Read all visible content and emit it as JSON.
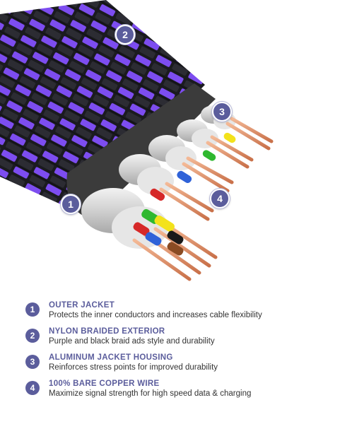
{
  "callouts": [
    {
      "number": "1"
    },
    {
      "number": "2"
    },
    {
      "number": "3"
    },
    {
      "number": "4"
    }
  ],
  "legend": [
    {
      "number": "1",
      "title": "OUTER JACKET",
      "description": "Protects the inner conductors and increases cable flexibility"
    },
    {
      "number": "2",
      "title": "NYLON BRAIDED EXTERIOR",
      "description": "Purple and black braid ads style and durability"
    },
    {
      "number": "3",
      "title": "ALUMINUM JACKET HOUSING",
      "description": "Reinforces stress points for improved durability"
    },
    {
      "number": "4",
      "title": "100% BARE COPPER WIRE",
      "description": "Maximize signal strength for high speed data & charging"
    }
  ],
  "colors": {
    "accent": "#5b5d9c",
    "braid_purple": "#7d4df0",
    "braid_black": "#1b1b1f",
    "jacket": "#3b3b3b",
    "aluminum": "#d3d3d3",
    "copper": "#e0916a"
  }
}
